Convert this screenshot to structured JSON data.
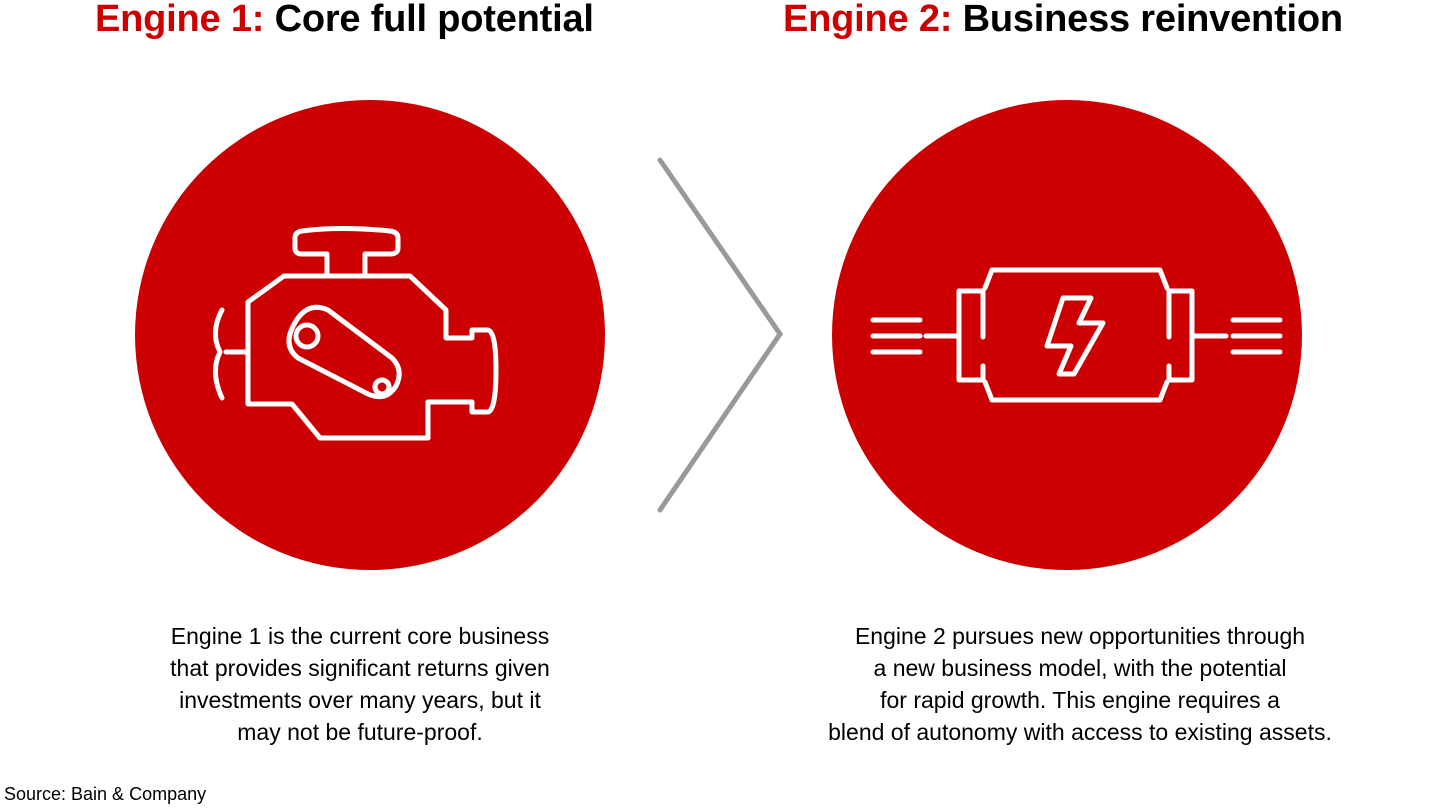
{
  "engines": [
    {
      "label": "Engine 1:",
      "title": "Core full potential",
      "icon": "engine-motor-icon",
      "description_lines": [
        "Engine 1 is the current core business",
        "that provides significant returns given",
        "investments over many years, but it",
        "may not be future-proof."
      ]
    },
    {
      "label": "Engine 2:",
      "title": "Business reinvention",
      "icon": "electric-motor-icon",
      "description_lines": [
        "Engine 2 pursues new opportunities through",
        "a new business model, with the potential",
        "for rapid growth. This engine requires a",
        "blend of autonomy with access to existing assets."
      ]
    }
  ],
  "connector_icon": "chevron-right-icon",
  "source": "Source: Bain & Company",
  "colors": {
    "accent": "#cc0000",
    "chevron": "#999999",
    "icon_stroke": "#ffffff",
    "text": "#000000"
  }
}
